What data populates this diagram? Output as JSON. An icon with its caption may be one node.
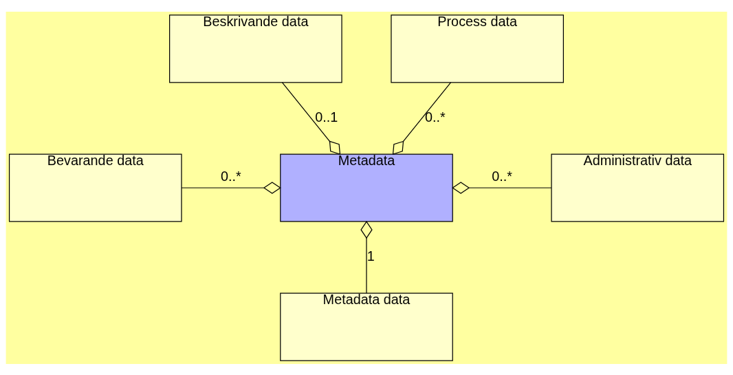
{
  "diagram": {
    "nodes": [
      {
        "text": [
          "Beskrivande data"
        ]
      },
      {
        "text": [
          "Process data"
        ]
      },
      {
        "text": [
          "Bevarande data"
        ]
      },
      {
        "text": [
          "Metadata"
        ]
      },
      {
        "text": [
          "Administrativ data"
        ]
      },
      {
        "text": [
          "Metadata data"
        ]
      }
    ],
    "edges": [
      {
        "from": 0,
        "to": 3,
        "arrow": "other",
        "label": "0..1"
      },
      {
        "from": 1,
        "to": 3,
        "arrow": "other",
        "label": "0..*"
      },
      {
        "from": 2,
        "to": 3,
        "arrow": "other",
        "label": "0..*"
      },
      {
        "from": 4,
        "to": 3,
        "arrow": "other",
        "label": "0..*"
      },
      {
        "from": 5,
        "to": 3,
        "arrow": "other",
        "label": "1"
      }
    ]
  }
}
